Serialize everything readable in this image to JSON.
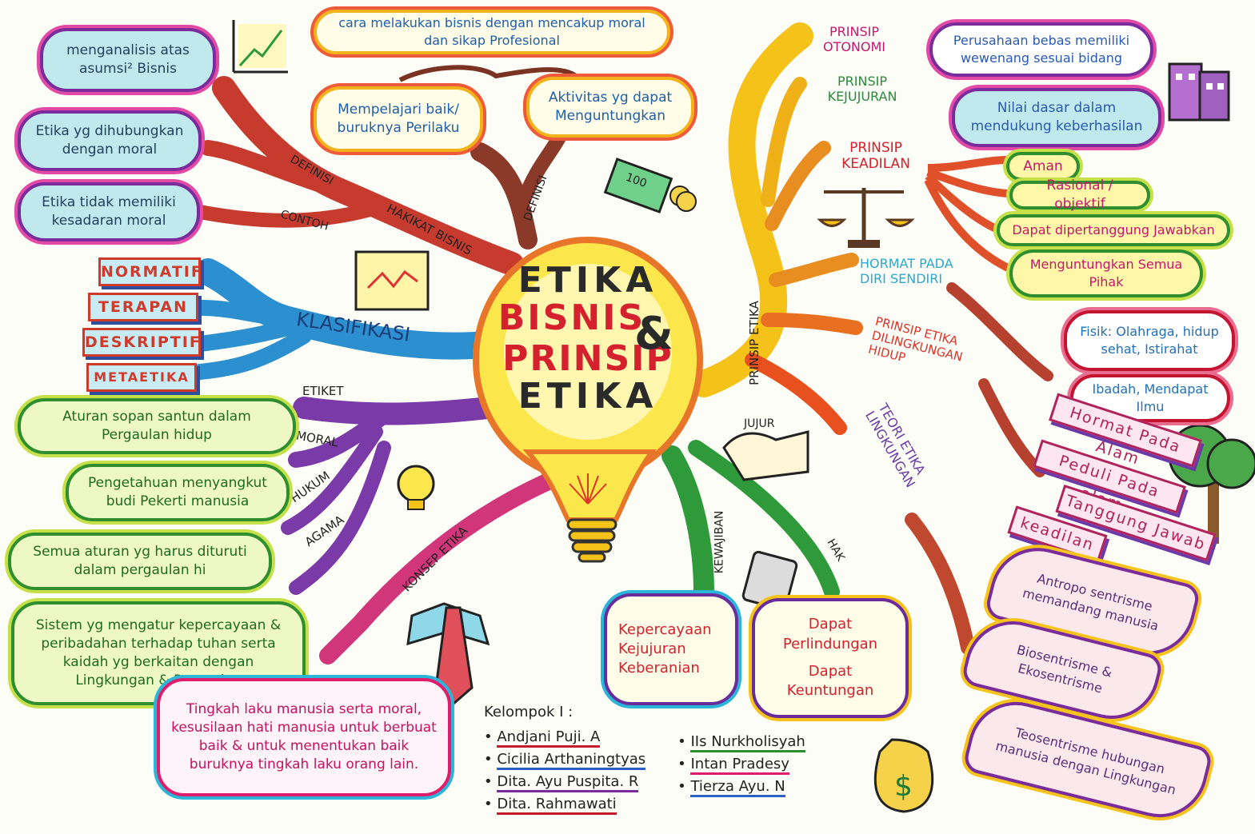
{
  "center": {
    "line1": "ETIKA",
    "line2": "BISNIS",
    "amp": "&",
    "line3": "PRINSIP",
    "line4": "ETIKA"
  },
  "branches": {
    "definisi_left": "DEFINISI",
    "contoh": "CONTOH",
    "hakikat": "HAKIKAT BISNIS",
    "definisi_top": "DEFINISI",
    "klasifikasi": "KLASIFIKASI",
    "etiket": "ETIKET",
    "moral": "MORAL",
    "hukum": "HUKUM",
    "agama": "AGAMA",
    "konsep": "KONSEP ETIKA",
    "kewajiban": "KEWAJIBAN",
    "hak": "HAK",
    "jujur": "JUJUR",
    "prinsip_etika": "PRINSIP ETIKA"
  },
  "hakikat_bubbles": {
    "asumsi": "menganalisis atas asumsi² Bisnis",
    "moral": "Etika yg dihubungkan dengan moral",
    "tidak_moral": "Etika tidak memiliki kesadaran moral",
    "top": "cara melakukan bisnis dengan mencakup moral dan sikap Profesional",
    "baik_buruk": "Mempelajari baik/ buruknya Perilaku",
    "aktivitas": "Aktivitas yg dapat Menguntungkan"
  },
  "klasifikasi_items": [
    "NORMATIF",
    "TERAPAN",
    "DESKRIPTIF",
    "METAETIKA"
  ],
  "konsep_bubbles": {
    "etiket": "Aturan sopan santun dalam Pergaulan hidup",
    "moral": "Pengetahuan menyangkut budi Pekerti manusia",
    "hukum": "Semua aturan yg harus dituruti dalam pergaulan hi",
    "agama": "Sistem yg mengatur kepercayaan & peribadahan terhadap tuhan serta kaidah yg berkaitan dengan Lingkungan & Pergaulan",
    "konsep": "Tingkah laku manusia serta moral, kesusilaan hati manusia untuk berbuat baik & untuk menentukan baik buruknya tingkah laku orang lain."
  },
  "kewajiban_items": [
    "Kepercayaan",
    "Kejujuran",
    "Keberanian"
  ],
  "hak_items": [
    "Dapat Perlindungan",
    "Dapat Keuntungan"
  ],
  "prinsip": {
    "otonomi": "PRINSIP OTONOMI",
    "otonomi_desc": "Perusahaan bebas memiliki wewenang sesuai bidang",
    "kejujuran": "PRINSIP KEJUJURAN",
    "kejujuran_desc": "Nilai dasar dalam mendukung keberhasilan",
    "keadilan": "PRINSIP KEADILAN",
    "keadilan_items": [
      "Aman",
      "Rasional / objektif",
      "Dapat dipertanggung Jawabkan",
      "Menguntungkan Semua Pihak"
    ],
    "hormat": "HORMAT PADA DIRI SENDIRI",
    "hormat_items": [
      "Fisik: Olahraga, hidup sehat, Istirahat",
      "Ibadah, Mendapat Ilmu"
    ],
    "lingkungan": "PRINSIP ETIKA DILINGKUNGAN HIDUP",
    "lingkungan_items": [
      "Hormat Pada Alam",
      "Peduli Pada alam",
      "Tanggung Jawab",
      "keadilan"
    ],
    "teori": "TEORI ETIKA LINGKUNGAN",
    "teori_items": [
      "Antropo sentrisme memandang manusia",
      "Biosentrisme & Ekosentrisme",
      "Teosentrisme hubungan manusia dengan Lingkungan"
    ]
  },
  "kelompok": {
    "title": "Kelompok I :",
    "left": [
      "Andjani Puji. A",
      "Cicilia Arthaningtyas",
      "Dita. Ayu Puspita. R",
      "Dita. Rahmawati"
    ],
    "right": [
      "IIs Nurkholisyah",
      "Intan Pradesy",
      "Tierza Ayu. N"
    ]
  },
  "icons": {
    "money_note": "100",
    "dollar": "$"
  },
  "colors": {
    "bulb_fill": "#fbe64c",
    "bulb_outline": "#e8762a",
    "title_dark": "#2a2a2a",
    "title_red": "#d4212d"
  }
}
